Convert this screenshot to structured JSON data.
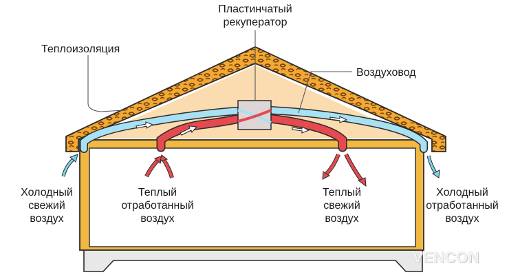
{
  "labels": {
    "recuperator": [
      "Пластинчатый",
      "рекуператор"
    ],
    "insulation": "Теплоизоляция",
    "duct": "Воздуховод",
    "cold_fresh": [
      "Холодный",
      "свежий",
      "воздух"
    ],
    "warm_exhaust": [
      "Теплый",
      "отработанный",
      "воздух"
    ],
    "warm_fresh": [
      "Теплый",
      "свежий",
      "воздух"
    ],
    "cold_exhaust": [
      "Холодный",
      "отработанный",
      "воздух"
    ]
  },
  "brand": "VENCON",
  "colors": {
    "insulation": "#f2a832",
    "attic": "#fbdcb1",
    "house_wall": "#f1b943",
    "duct_cold": "#a8e1f3",
    "duct_warm": "#e44a4f",
    "recuperator": "#ded6d6",
    "foundation": "#e8e8e8",
    "outline": "#2b2b2b"
  }
}
